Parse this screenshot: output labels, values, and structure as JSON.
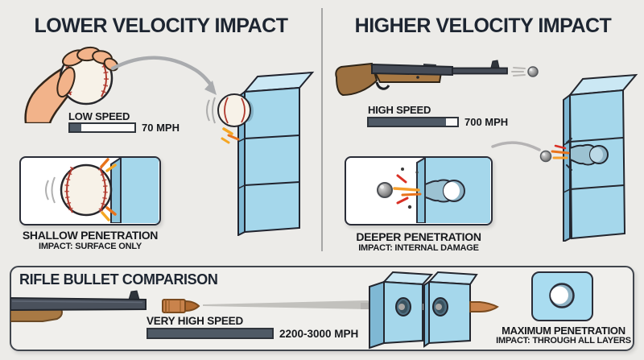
{
  "colors": {
    "background": "#ECEBE8",
    "panel_background": "#F0EFEC",
    "title_text": "#1D2531",
    "caption_text": "#17191D",
    "bar_fill": "#4F5A66",
    "bar_border": "#2F343B",
    "bar_empty": "#FBFAF8",
    "block_blue": "#A5D7EB",
    "divider": "#A6A6A6"
  },
  "left_panel": {
    "title": "LOWER VELOCITY IMPACT",
    "gauge": {
      "label": "LOW SPEED",
      "value": "70 MPH",
      "fill_percent": 17
    },
    "result": {
      "caption": "SHALLOW PENETRATION",
      "subcaption": "IMPACT: SURFACE ONLY"
    }
  },
  "right_panel": {
    "title": "HIGHER VELOCITY IMPACT",
    "gauge": {
      "label": "HIGH SPEED",
      "value": "700 MPH",
      "fill_percent": 87
    },
    "result": {
      "caption": "DEEPER PENETRATION",
      "subcaption": "IMPACT: INTERNAL DAMAGE"
    }
  },
  "bottom_panel": {
    "title": "RIFLE BULLET COMPARISON",
    "gauge": {
      "label": "VERY HIGH SPEED",
      "value": "2200-3000 MPH",
      "fill_percent": 100
    },
    "result": {
      "caption": "MAXIMUM PENETRATION",
      "subcaption": "IMPACT: THROUGH ALL LAYERS"
    }
  }
}
